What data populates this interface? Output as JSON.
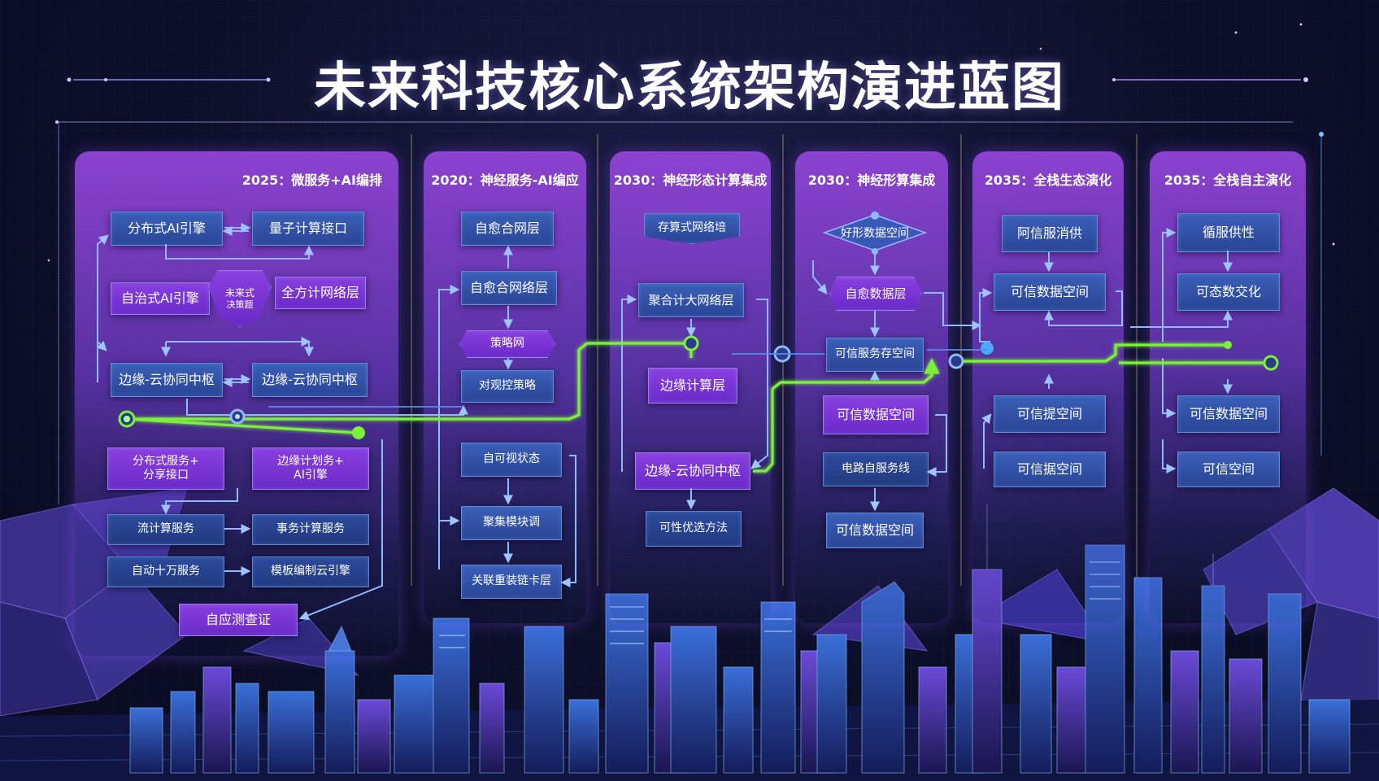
{
  "title": "未来科技核心系统架构演进蓝图",
  "panels": [
    {
      "title": "2025：微服务+AI编排",
      "nodes": [
        "分布式AI引擎",
        "量子计算接口",
        "自治式AI引擎",
        "全方计网络层",
        "边缘-云协同中枢",
        "边缘-云协同中枢",
        "分布式服务+\n分享接口",
        "边缘计划务+\nAI引擎",
        "流计算服务",
        "事务计算服务",
        "自动十万服务",
        "模板编制云引擎",
        "自应测查证"
      ],
      "shield_label": "未来式",
      "shield_sub": "决策题"
    },
    {
      "title": "2020：神经服务-AI编应",
      "nodes": [
        "自愈合网层",
        "自愈合网络层",
        "策略网",
        "对观控策略",
        "自可视状态",
        "聚集模块调",
        "关联重装链卡层"
      ]
    },
    {
      "title": "2030：神经形态计算集成",
      "nodes": [
        "存算式网络培",
        "聚合计大网络层",
        "边缘计算层",
        "边缘-云协同中枢",
        "可性优选方法"
      ]
    },
    {
      "title": "2030：神经形算集成",
      "nodes": [
        "好形数据空间",
        "自愈数据层",
        "可信服务存空间",
        "可信数据空间",
        "电路自服务线",
        "可信数据空间"
      ]
    },
    {
      "title": "2035：全栈生态演化",
      "nodes": [
        "阿信服消供",
        "可信数据空间",
        "可信提空间",
        "可信据空间"
      ]
    },
    {
      "title": "2035：全栈自主演化",
      "nodes": [
        "循服供性",
        "可态数交化",
        "可信数据空间",
        "可信空间"
      ]
    }
  ],
  "colors": {
    "accent_green": "#7df03a",
    "node_blue": "#2f52a8",
    "node_purple": "#7a34d8",
    "connector": "#7fb2ff"
  }
}
